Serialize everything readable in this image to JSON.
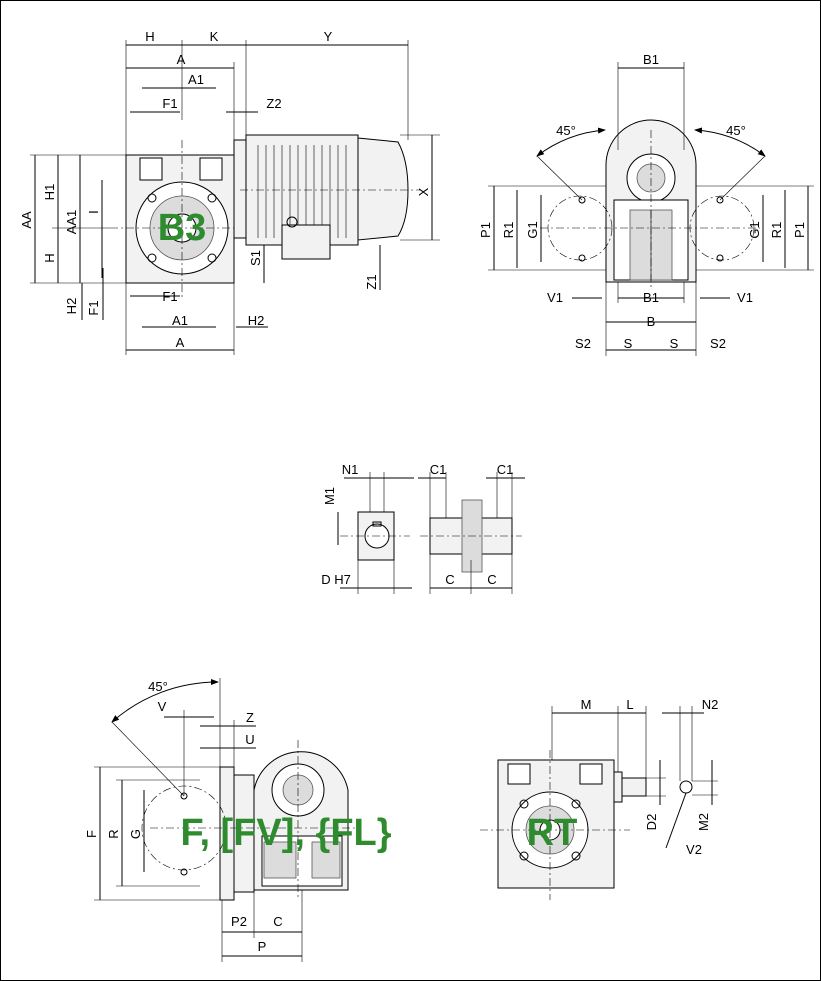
{
  "views": {
    "b3": {
      "badge": "B3",
      "dims": [
        "H",
        "K",
        "Y",
        "A",
        "A1",
        "F1",
        "Z2",
        "X",
        "H1",
        "AA",
        "AA1",
        "I",
        "H",
        "S1",
        "Z1",
        "H2",
        "F1",
        "F1",
        "A1",
        "H2",
        "A"
      ]
    },
    "side": {
      "dims": [
        "B1",
        "45°",
        "45°",
        "P1",
        "R1",
        "G1",
        "G1",
        "R1",
        "P1",
        "V1",
        "B1",
        "V1",
        "B",
        "S2",
        "S",
        "S",
        "S2"
      ]
    },
    "shaft": {
      "dims": [
        "N1",
        "M1",
        "D H7",
        "C1",
        "C1",
        "C",
        "C"
      ]
    },
    "flange": {
      "badge": "F, [FV], {FL}",
      "dims": [
        "45°",
        "V",
        "Z",
        "U",
        "F",
        "R",
        "G",
        "P2",
        "C",
        "P"
      ]
    },
    "rt": {
      "badge": "RT",
      "dims": [
        "M",
        "L",
        "N2",
        "D2",
        "M2",
        "V2"
      ]
    }
  }
}
